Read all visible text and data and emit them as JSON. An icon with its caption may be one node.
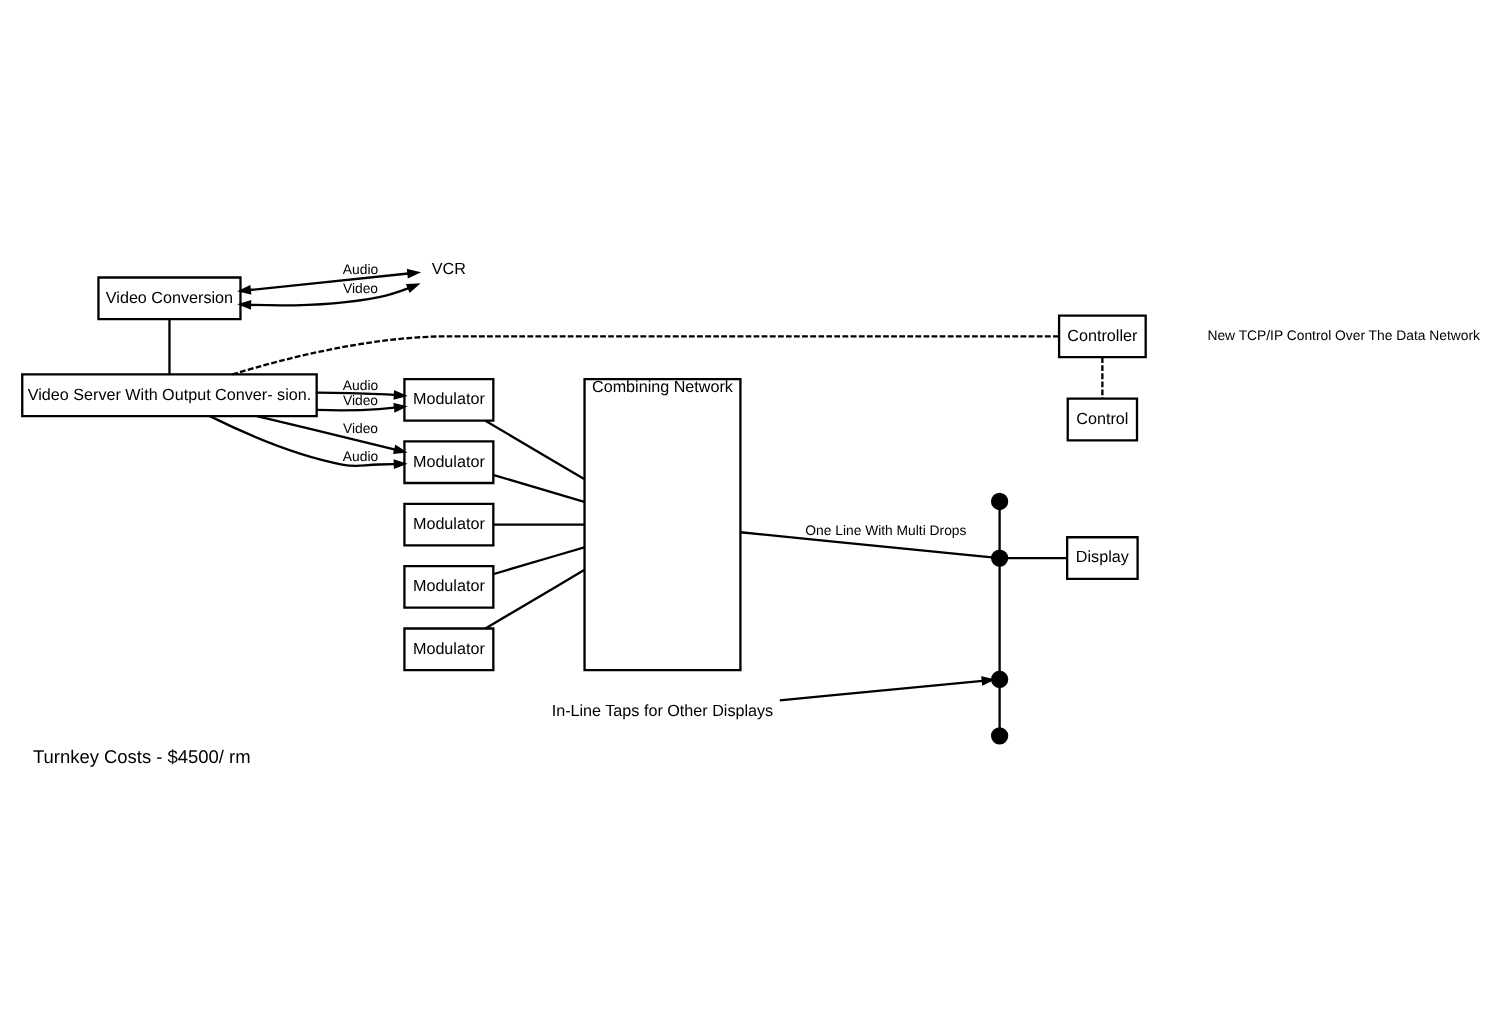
{
  "diagram": {
    "caption": "Turnkey Costs - $4500/ rm",
    "nodes": [
      {
        "text": [
          "Video Conversion"
        ]
      },
      {
        "text": [
          "VCR"
        ]
      },
      {
        "text": [
          "Video Server With Output Conver- sion."
        ]
      },
      {
        "text": [
          "Modulator"
        ]
      },
      {
        "text": [
          "Modulator"
        ]
      },
      {
        "text": [
          "Modulator"
        ]
      },
      {
        "text": [
          "Modulator"
        ]
      },
      {
        "text": [
          "Modulator"
        ]
      },
      {
        "text": [
          "Combining Network"
        ]
      },
      {
        "text": [],
        "shape": "circle"
      },
      {
        "text": [],
        "shape": "circle"
      },
      {
        "text": [],
        "shape": "circle"
      },
      {
        "text": [],
        "shape": "circle"
      },
      {
        "text": [
          "Display"
        ]
      },
      {
        "text": [
          "Control"
        ]
      },
      {
        "text": [
          "Controller"
        ]
      },
      {
        "text": [
          "In-Line Taps for Other Displays"
        ]
      }
    ],
    "edges": [
      {
        "from": 0,
        "to": 1,
        "arrow": "both",
        "label": "Video"
      },
      {
        "from": 0,
        "to": 1,
        "arrow": "both",
        "label": "Audio"
      },
      {
        "from": 0,
        "to": 2,
        "arrow": "none"
      },
      {
        "from": 2,
        "to": 4,
        "arrow": "to",
        "label": "Video"
      },
      {
        "from": 2,
        "to": 4,
        "arrow": "to",
        "label": "Audio"
      },
      {
        "from": 2,
        "to": 6,
        "arrow": "to",
        "label": "Video"
      },
      {
        "from": 2,
        "to": 6,
        "arrow": "to",
        "label": "Audio"
      },
      {
        "from": 3,
        "to": 8,
        "arrow": "none"
      },
      {
        "from": 4,
        "to": 8,
        "arrow": "none"
      },
      {
        "from": 5,
        "to": 8,
        "arrow": "none"
      },
      {
        "from": 6,
        "to": 8,
        "arrow": "none"
      },
      {
        "from": 7,
        "to": 8,
        "arrow": "none"
      },
      {
        "from": 8,
        "to": 10,
        "arrow": "none",
        "label": "One Line With Multi Drops"
      },
      {
        "from": 9,
        "to": 10,
        "arrow": "none"
      },
      {
        "from": 10,
        "to": 11,
        "arrow": "none"
      },
      {
        "from": 11,
        "to": 12,
        "arrow": "none"
      },
      {
        "from": 10,
        "to": 13,
        "arrow": "none"
      },
      {
        "from": 16,
        "to": 11,
        "arrow": "to"
      },
      {
        "from": 2,
        "to": 15,
        "arrow": "none",
        "style": "dashed"
      },
      {
        "from": 15,
        "to": 14,
        "arrow": "none",
        "style": "dashed"
      }
    ],
    "labels": [
      "New TCP/IP Control Over The Data Network"
    ]
  }
}
